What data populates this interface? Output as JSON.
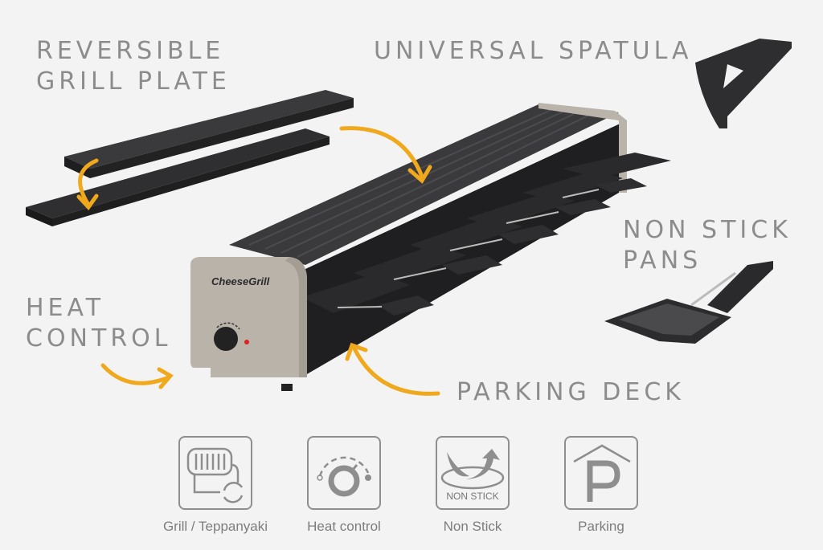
{
  "callouts": {
    "reversible_line1": "Reversible",
    "reversible_line2": "Grill Plate",
    "spatula": "Universal Spatula",
    "pans_line1": "Non Stick",
    "pans_line2": "Pans",
    "heat_line1": "Heat",
    "heat_line2": "Control",
    "parking": "Parking Deck"
  },
  "product": {
    "brand": "CheeseGrill"
  },
  "features": [
    {
      "label": "Grill / Teppanyaki",
      "icon": "grill-reverse-icon"
    },
    {
      "label": "Heat control",
      "icon": "dial-icon"
    },
    {
      "label": "Non Stick",
      "icon": "non-stick-icon",
      "badge": "NON STICK"
    },
    {
      "label": "Parking",
      "icon": "parking-icon"
    }
  ],
  "colors": {
    "arrow": "#f0a81c",
    "text": "#8c8c8c",
    "body": "#b9b3a9",
    "plate": "#2b2b2d"
  }
}
